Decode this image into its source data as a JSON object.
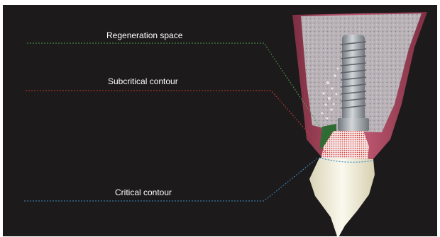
{
  "labels": {
    "regeneration": "Regeneration space",
    "subcritical": "Subcritical contour",
    "critical": "Critical contour"
  },
  "colors": {
    "background": "#1c1a1b",
    "regeneration_line": "#4e9a4e",
    "subcritical_line": "#c23a3a",
    "critical_line": "#3a8fc4",
    "gum": "#b04a63",
    "bone": "#bfb8bd",
    "implant": "#9aa0a6",
    "crown": "#f2eed9"
  }
}
